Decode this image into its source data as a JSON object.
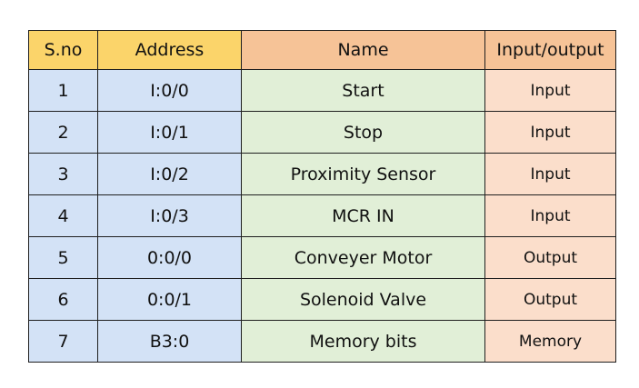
{
  "table": {
    "headers": [
      "S.no",
      "Address",
      "Name",
      "Input/output"
    ],
    "rows": [
      [
        "1",
        "I:0/0",
        "Start",
        "Input"
      ],
      [
        "2",
        "I:0/1",
        "Stop",
        "Input"
      ],
      [
        "3",
        "I:0/2",
        "Proximity Sensor",
        "Input"
      ],
      [
        "4",
        "I:0/3",
        "MCR IN",
        "Input"
      ],
      [
        "5",
        "0:0/0",
        "Conveyer Motor",
        "Output"
      ],
      [
        "6",
        "0:0/1",
        "Solenoid Valve",
        "Output"
      ],
      [
        "7",
        "B3:0",
        "Memory bits",
        "Memory"
      ]
    ]
  },
  "colors": {
    "header_left": "#fbd46a",
    "header_right": "#f6c397",
    "col_index_bg": "#d3e2f6",
    "col_name_bg": "#e1efd7",
    "col_io_bg": "#fbdecb",
    "border": "#1f1f1f"
  }
}
